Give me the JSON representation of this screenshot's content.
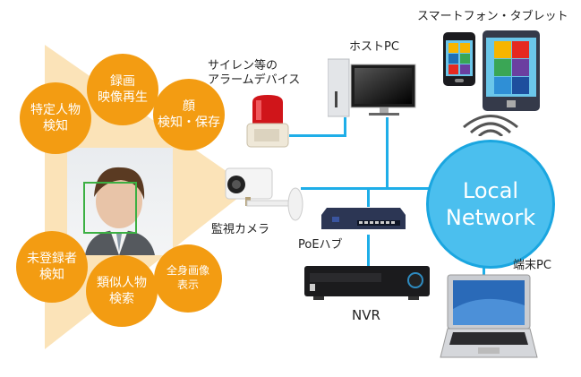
{
  "colors": {
    "feature_circle": "#f39c12",
    "arrow_background": "#fbe3b8",
    "network_line": "#1eaee8",
    "network_circle": "#4bbfee",
    "face_box": "#3cb043"
  },
  "features": [
    {
      "line1": "特定人物",
      "line2": "検知"
    },
    {
      "line1": "録画",
      "line2": "映像再生"
    },
    {
      "line1": "顔",
      "line2": "検知・保存"
    },
    {
      "line1": "未登録者",
      "line2": "検知"
    },
    {
      "line1": "類似人物",
      "line2": "検索"
    },
    {
      "line1": "全身画像",
      "line2": "表示"
    }
  ],
  "devices": {
    "alarm": {
      "line1": "サイレン等の",
      "line2": "アラームデバイス"
    },
    "host_pc": "ホストPC",
    "mobile": "スマートフォン・タブレット",
    "camera": "監視カメラ",
    "poe_hub": "PoEハブ",
    "nvr": "NVR",
    "terminal_pc": "端末PC"
  },
  "network": {
    "line1": "Local",
    "line2": "Network"
  },
  "icons": [
    "face-photo",
    "siren-icon",
    "desktop-pc-icon",
    "smartphone-icon",
    "tablet-icon",
    "wifi-icon",
    "camera-icon",
    "switch-hub-icon",
    "nvr-recorder-icon",
    "laptop-icon"
  ]
}
